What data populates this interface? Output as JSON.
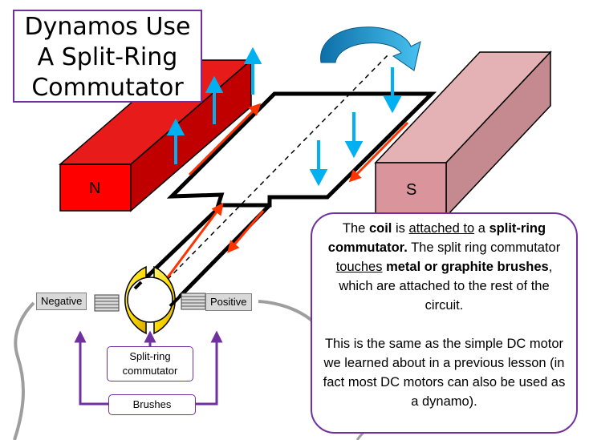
{
  "title": {
    "line1": "Dynamos Use",
    "line2": "A Split-Ring",
    "line3": "Commutator"
  },
  "magnets": {
    "north": "N",
    "south": "S"
  },
  "labels": {
    "negative": "Negative",
    "positive": "Positive",
    "split_ring_line1": "Split-ring",
    "split_ring_line2": "commutator",
    "brushes": "Brushes"
  },
  "info": {
    "p1": {
      "t1": "The ",
      "coil": "coil",
      "t2": " is ",
      "attached_to": "attached to",
      "t3": " a ",
      "commutator_bold": "split-ring commutator.",
      "t4": " The split ring commutator ",
      "touches": "touches",
      "t5": " ",
      "metal_bold": "metal or graphite brushes",
      "t6": ", which are attached to the rest of the circuit."
    },
    "p2": "This is the same as the simple DC motor we learned about in a previous lesson (in fact most DC motors can also be used as a dynamo)."
  },
  "colors": {
    "north_face": "#ff0000",
    "north_top": "#e81b1b",
    "north_side": "#c00000",
    "south_face": "#d9959b",
    "south_top": "#e4b1b4",
    "south_side": "#c58a8f",
    "field_arrow": "#00b0f0",
    "current_arrow": "#ff3300",
    "commutator": "#ffdd00",
    "outline_purple": "#7030a0",
    "rotation_arrow": "#1e9fd6"
  }
}
